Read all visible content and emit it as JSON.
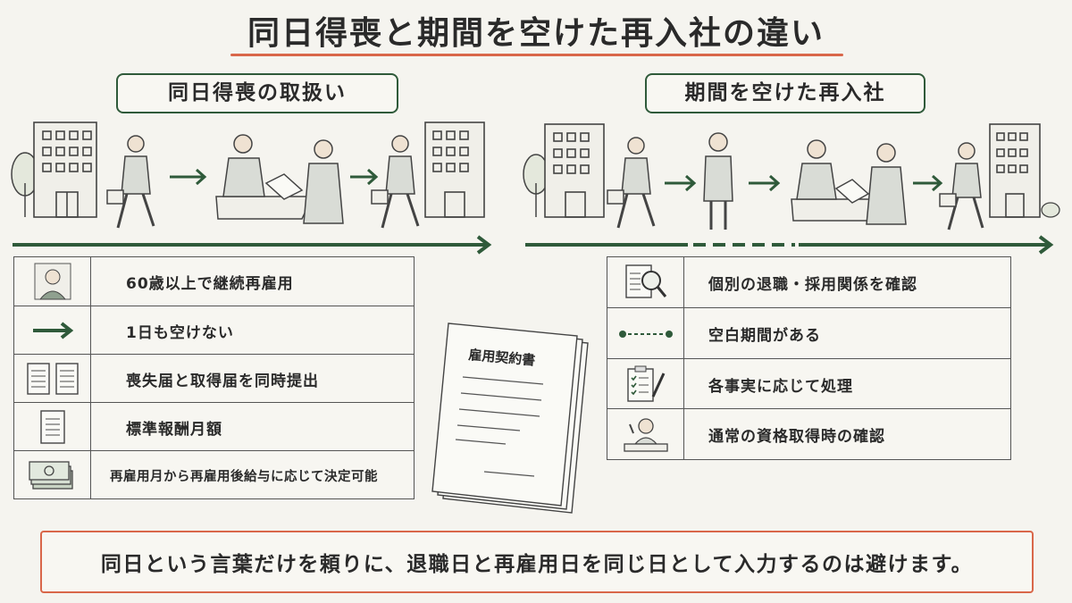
{
  "title": "同日得喪と期間を空けた再入社の違い",
  "left_section": {
    "label": "同日得喪の取扱い",
    "rows": [
      {
        "icon": "person-icon",
        "text": "60歳以上で継続再雇用"
      },
      {
        "icon": "arrow-right-icon",
        "text": "1日も空けない"
      },
      {
        "icon": "two-documents-icon",
        "text": "喪失届と取得届を同時提出"
      },
      {
        "icon": "document-icon",
        "text": "標準報酬月額"
      },
      {
        "icon": "money-stack-icon",
        "text": "再雇用月から再雇用後給与に応じて決定可能"
      }
    ]
  },
  "right_section": {
    "label": "期間を空けた再入社",
    "rows": [
      {
        "icon": "magnifier-document-icon",
        "text": "個別の退職・採用関係を確認"
      },
      {
        "icon": "dotted-line-icon",
        "text": "空白期間がある"
      },
      {
        "icon": "clipboard-checklist-icon",
        "text": "各事実に応じて処理"
      },
      {
        "icon": "person-at-desk-icon",
        "text": "通常の資格取得時の確認"
      }
    ]
  },
  "contract": {
    "title": "雇用契約書"
  },
  "note": "同日という言葉だけを頼りに、退職日と再雇用日を同じ日として入力するのは避けます。",
  "colors": {
    "accent_green": "#2f5a3a",
    "accent_orange": "#d9674a",
    "background": "#f5f4ef"
  }
}
